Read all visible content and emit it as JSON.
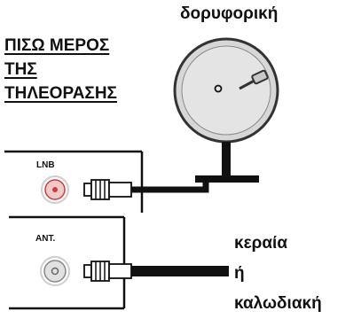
{
  "tv_back_label": [
    "ΠΙΣΩ ΜΕΡΟΣ",
    "ΤΗΣ",
    "ΤΗΛΕΟΡΑΣΗΣ"
  ],
  "satellite_label": "δορυφορική",
  "ports": {
    "lnb": "LNB",
    "ant": "ANT."
  },
  "antenna_label": [
    "κεραία",
    "ή",
    "καλωδιακή"
  ],
  "colors": {
    "line": "#111111",
    "dish_fill": "#d7d7d7",
    "dish_stroke": "#333333",
    "lnb_accent": "#d13a3a"
  }
}
